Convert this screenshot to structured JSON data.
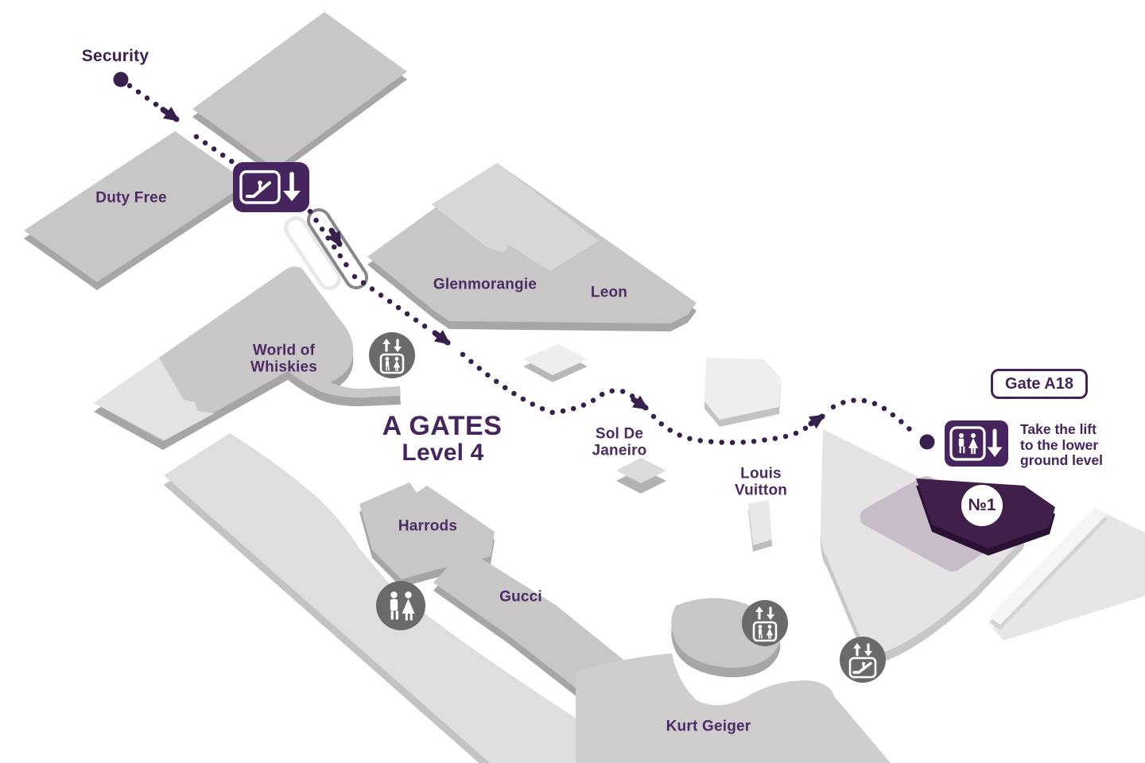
{
  "page": {
    "type": "airport-terminal-wayfinding-map",
    "area_title": "A GATES",
    "area_subtitle": "Level 4"
  },
  "route": {
    "start_label": "Security",
    "gate_badge": "Gate A18",
    "end_instruction": "Take the lift\nto the lower\nground level"
  },
  "stores": {
    "duty_free": "Duty Free",
    "glenmorangie": "Glenmorangie",
    "leon": "Leon",
    "world_of_whiskies": "World of\nWhiskies",
    "sol_de_janeiro": "Sol De\nJaneiro",
    "louis_vuitton": "Louis\nVuitton",
    "harrods": "Harrods",
    "gucci": "Gucci",
    "kurt_geiger": "Kurt Geiger"
  },
  "badges": {
    "lounge": "№1"
  },
  "icons": [
    "escalator-down-sign",
    "lift-icon",
    "toilets-icon",
    "lift-down-sign",
    "escalator-icon"
  ],
  "colors": {
    "brand_purple": "#46245e",
    "path_purple": "#37204d",
    "label_purple": "#4c2a64",
    "lounge_purple": "#40204b",
    "lavender": "#c8bccb",
    "block_gray": "#c8c6c7",
    "block_side_gray": "#a7a5a6",
    "walkway_light": "#dfddde",
    "icon_circle_gray": "#6b696a"
  }
}
